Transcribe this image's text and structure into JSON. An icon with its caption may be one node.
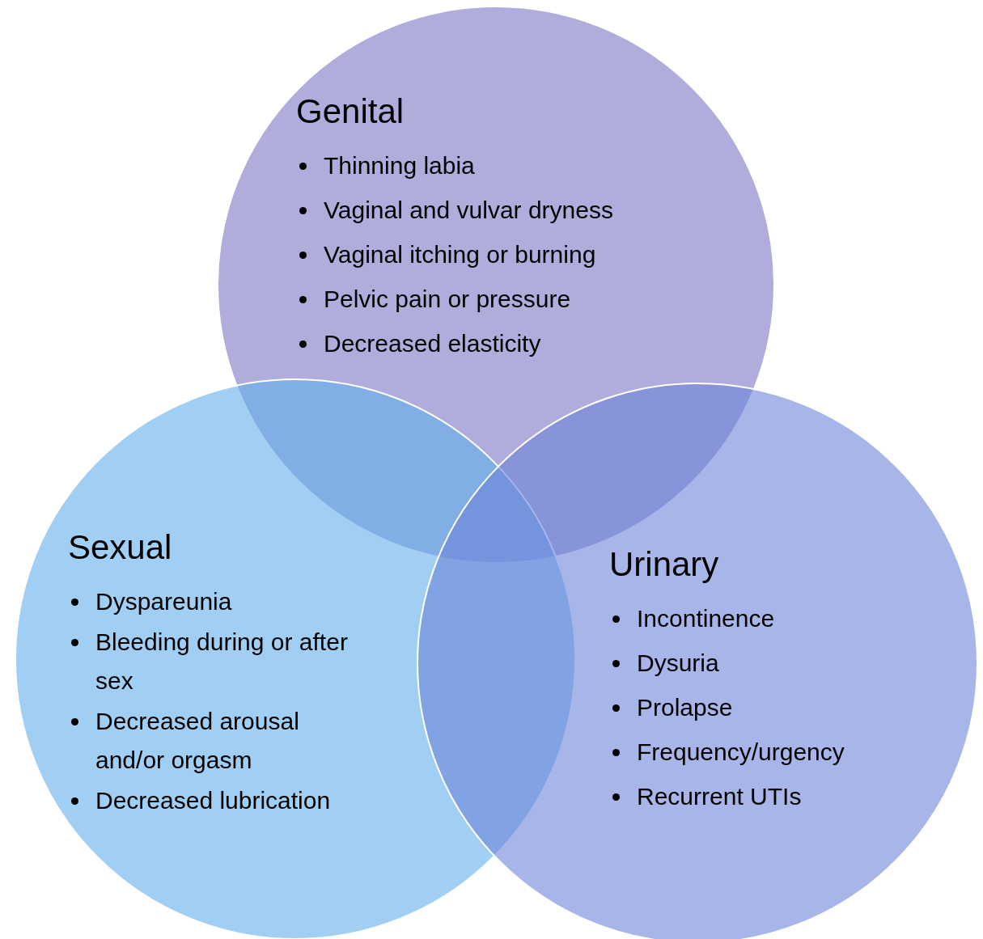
{
  "diagram": {
    "nodes": [
      {
        "text": [
          "Genital",
          "Thinning labia",
          "Vaginal and vulvar dryness",
          "Vaginal itching or burning",
          "Pelvic pain or pressure",
          "Decreased elasticity"
        ]
      },
      {
        "text": [
          "Sexual",
          "Dyspareunia",
          "Bleeding during or after sex",
          "Decreased arousal and/or orgasm",
          "Decreased lubrication"
        ]
      },
      {
        "text": [
          "Urinary",
          "Incontinence",
          "Dysuria",
          "Prolapse",
          "Frequency/urgency",
          "Recurrent UTIs"
        ]
      }
    ]
  }
}
